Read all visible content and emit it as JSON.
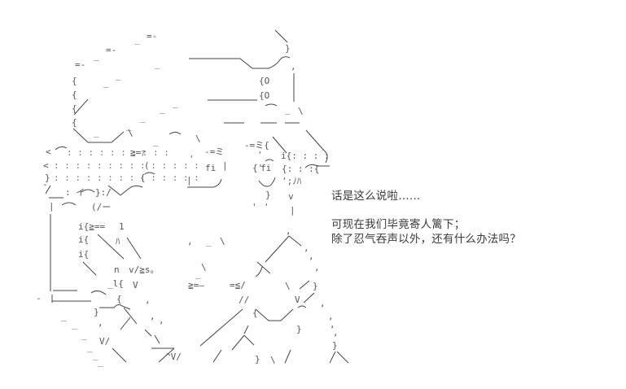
{
  "page": {
    "background": "#ffffff",
    "ink_color": "#444444"
  },
  "artwork": {
    "type": "ascii-art",
    "description": "Shift-JIS style ASCII art of two characters (one with glasses), a cap brim at top and a fringe/rope shape at left",
    "fragments": {
      "eye_left": "fi",
      "eye_right": "fi",
      "glasses_mark_1": "{O",
      "glasses_mark_2": "{O",
      "symbol_a": "≧==",
      "symbol_b": "≧=ｧ",
      "symbol_c": "v/≧s。",
      "symbol_d": "≧=—",
      "symbol_e": "=≦/",
      "symbol_f": "-=ミ",
      "symbol_g": "-=ミ{",
      "mark_n": "n",
      "mark_1": "1",
      "mark_V": "V"
    }
  },
  "dialogue": {
    "line1": "话是这么说啦……",
    "line2": "可现在我们毕竟寄人篱下；",
    "line3": "除了忍气吞声以外，还有什么办法吗？"
  }
}
